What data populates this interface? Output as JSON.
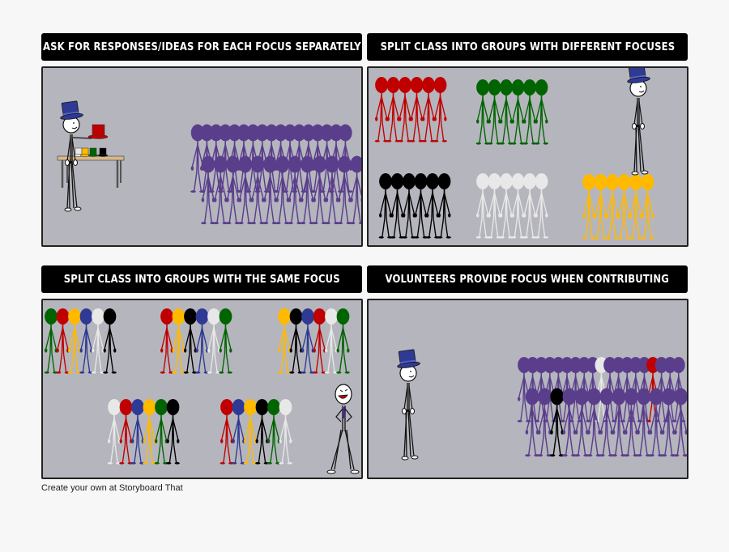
{
  "storyboard": {
    "panels": [
      {
        "id": 1,
        "title": "ASK FOR RESPONSES/IDEAS FOR EACH FOCUS SEPARATELY",
        "scene": "Teacher in blue top hat holding red hat beside table with white, yellow, green, black hats; large class of purple students in two rows"
      },
      {
        "id": 2,
        "title": "SPLIT CLASS INTO GROUPS WITH DIFFERENT FOCUSES",
        "scene": "Six groups of six students each colored red, green, black, white, yellow; teacher in blue top hat",
        "groups": [
          "red",
          "green",
          "black",
          "white",
          "yellow"
        ]
      },
      {
        "id": 3,
        "title": "SPLIT CLASS INTO GROUPS WITH THE SAME FOCUS",
        "scene": "Five mixed-color groups of six students; smiling teacher",
        "groups": [
          [
            "green",
            "red",
            "yellow",
            "blue",
            "white",
            "black"
          ],
          [
            "red",
            "yellow",
            "black",
            "blue",
            "white",
            "green"
          ],
          [
            "yellow",
            "black",
            "blue",
            "red",
            "white",
            "green"
          ],
          [
            "white",
            "red",
            "blue",
            "yellow",
            "green",
            "black"
          ],
          [
            "red",
            "blue",
            "yellow",
            "black",
            "green",
            "white"
          ]
        ]
      },
      {
        "id": 4,
        "title": "VOLUNTEERS PROVIDE FOCUS WHEN CONTRIBUTING",
        "scene": "Teacher in blue top hat; purple class with a few volunteers in white, red, black"
      }
    ],
    "caption": "Create your own at Storyboard That"
  },
  "colors": {
    "red": "#c00000",
    "green": "#006400",
    "black": "#000000",
    "white": "#e8e8e8",
    "yellow": "#ffba00",
    "blue": "#2e3a94",
    "purple": "#5a3e8c",
    "scene_bg": "#b5b5bd",
    "title_bg": "#000000",
    "page_bg": "#f7f7f7"
  }
}
